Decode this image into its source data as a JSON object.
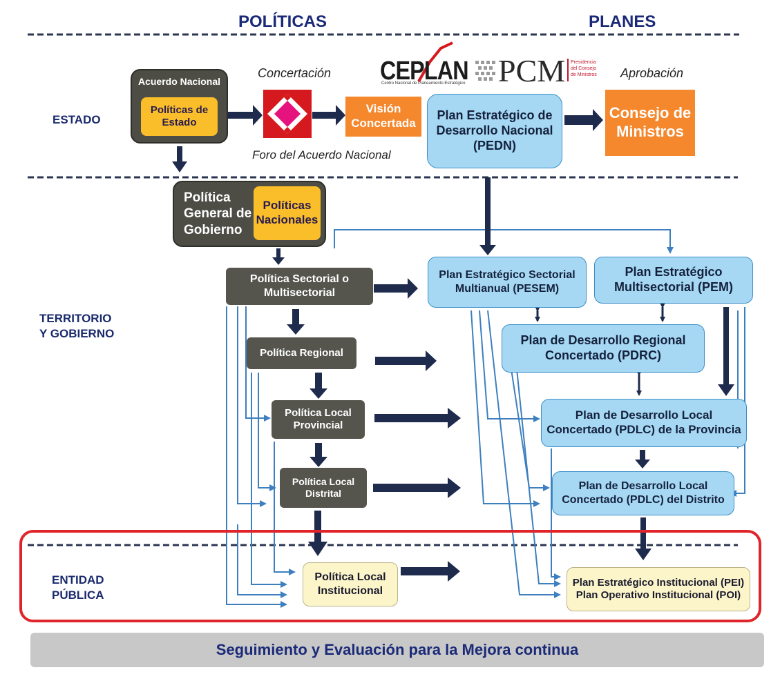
{
  "header": {
    "politicas": "POLÍTICAS",
    "planes": "PLANES"
  },
  "levels": {
    "estado": "ESTADO",
    "territorio": "TERRITORIO\nY GOBIERNO",
    "entidad": "ENTIDAD\nPÚBLICA"
  },
  "estado": {
    "acuerdo_nacional": "Acuerdo Nacional",
    "politicas_estado": "Políticas de\nEstado",
    "concertacion": "Concertación",
    "foro": "Foro del Acuerdo Nacional",
    "vision": "Visión\nConcertada",
    "pedn": "Plan Estratégico de\nDesarrollo Nacional\n(PEDN)",
    "aprobacion": "Aprobación",
    "consejo": "Consejo de\nMinistros"
  },
  "logos": {
    "ceplan": "CEPLAN",
    "ceplan_sub": "Centro Nacional de Planeamiento Estratégico",
    "pcm": "PCM",
    "pcm_sub": "Presidencia\ndel Consejo\nde Ministros"
  },
  "policies": {
    "general": "Política\nGeneral de\nGobierno",
    "nacionales": "Políticas\nNacionales",
    "sectorial": "Política Sectorial o\nMultisectorial",
    "regional": "Política Regional",
    "provincial": "Política Local\nProvincial",
    "distrital": "Política Local\nDistrital",
    "institucional": "Política Local\nInstitucional"
  },
  "plans": {
    "pesem": "Plan Estratégico Sectorial\nMultianual (PESEM)",
    "pem": "Plan Estratégico\nMultisectorial (PEM)",
    "pdrc": "Plan de Desarrollo Regional\nConcertado (PDRC)",
    "pdlc_prov": "Plan de Desarrollo Local\nConcertado (PDLC) de la Provincia",
    "pdlc_dist": "Plan de Desarrollo Local\nConcertado (PDLC) del Distrito",
    "pei_poi": "Plan Estratégico Institucional (PEI)\nPlan Operativo Institucional (POI)"
  },
  "footer": "Seguimiento y Evaluación para la Mejora continua",
  "colors": {
    "navy": "#1f2b4d",
    "blue_line": "#3d7fbf",
    "red_frame": "#e0242b"
  }
}
